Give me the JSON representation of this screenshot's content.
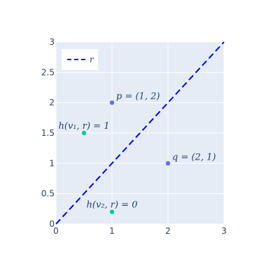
{
  "chart_data": {
    "type": "scatter",
    "xlim": [
      0,
      3
    ],
    "ylim": [
      0,
      3
    ],
    "x_ticks": [
      0,
      1,
      2,
      3
    ],
    "y_ticks": [
      0,
      0.5,
      1,
      1.5,
      2,
      2.5,
      3
    ],
    "x_tick_labels": [
      "0",
      "1",
      "2",
      "3"
    ],
    "y_tick_labels": [
      "0",
      "0.5",
      "1",
      "1.5",
      "2",
      "2.5",
      "3"
    ],
    "grid": true,
    "plot_bg": "#E5ECF6",
    "legend": {
      "position": "top-left",
      "entries": [
        {
          "label": "r",
          "color": "#0000FF",
          "dash": "dash"
        }
      ]
    },
    "series": [
      {
        "name": "r",
        "type": "line",
        "color": "#0000FF",
        "dash": "dash",
        "x": [
          0,
          3
        ],
        "y": [
          0,
          3
        ]
      },
      {
        "type": "scatter",
        "color": "#636EFA",
        "points": [
          {
            "x": 1,
            "y": 2
          },
          {
            "x": 2,
            "y": 1
          }
        ]
      },
      {
        "type": "scatter",
        "color": "#00CC96",
        "points": [
          {
            "x": 0.5,
            "y": 1.5
          },
          {
            "x": 1,
            "y": 0.2
          }
        ]
      }
    ],
    "annotations": [
      {
        "text": "p = (1, 2)",
        "x": 1,
        "y": 2,
        "anchor": "right"
      },
      {
        "text": "q = (2, 1)",
        "x": 2,
        "y": 1,
        "anchor": "right"
      },
      {
        "text": "h(v₁, r) = 1",
        "x": 0.5,
        "y": 1.5,
        "anchor": "above"
      },
      {
        "text": "h(v₂, r) = 0",
        "x": 1,
        "y": 0.2,
        "anchor": "above"
      }
    ]
  }
}
